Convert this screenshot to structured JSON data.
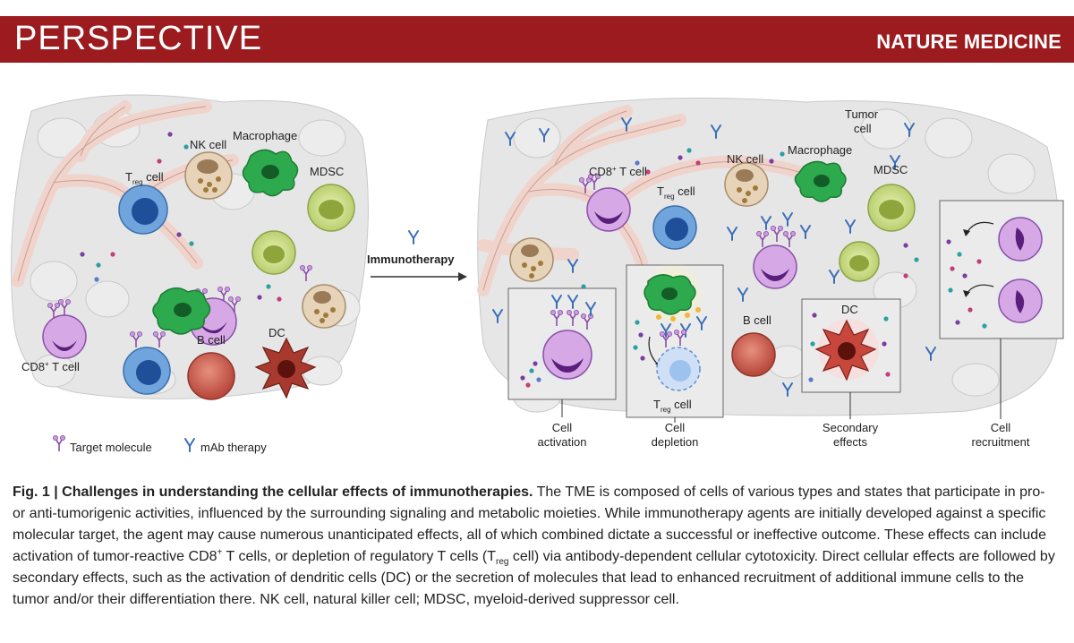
{
  "header": {
    "section": "PERSPECTIVE",
    "journal": "NATURE MEDICINE",
    "banner_color": "#9b1b1f"
  },
  "figure": {
    "arrow_label": "Immunotherapy",
    "left_panel": {
      "treg_main": "T",
      "treg_sub": "reg",
      "treg_tail": " cell",
      "nk": "NK cell",
      "macrophage": "Macrophage",
      "mdsc": "MDSC",
      "cd8_main": "CD8",
      "cd8_sup": "+",
      "cd8_tail": " T cell",
      "bcell": "B cell",
      "dc": "DC"
    },
    "right_panel": {
      "tumor_line1": "Tumor",
      "tumor_line2": "cell",
      "macrophage": "Macrophage",
      "nk": "NK cell",
      "cd8_main": "CD8",
      "cd8_sup": "+",
      "cd8_tail": " T cell",
      "treg_main": "T",
      "treg_sub": "reg",
      "treg_tail": " cell",
      "mdsc": "MDSC",
      "bcell": "B cell",
      "dc": "DC",
      "treg2_main": "T",
      "treg2_sub": "reg",
      "treg2_tail": " cell"
    },
    "effects": [
      {
        "line1": "Cell",
        "line2": "activation"
      },
      {
        "line1": "Cell",
        "line2": "depletion"
      },
      {
        "line1": "Secondary",
        "line2": "effects"
      },
      {
        "line1": "Cell",
        "line2": "recruitment"
      }
    ],
    "legend": {
      "target_molecule": "Target molecule",
      "mab_therapy": "mAb therapy"
    },
    "colors": {
      "background_cells": "#e6e6e6",
      "vessel": "#f1d7d0",
      "treg": "#3f7fcb",
      "nk": "#ddc7a8",
      "macrophage": "#2aa84a",
      "mdsc": "#cfe19a",
      "cd8": "#b57acb",
      "bcell": "#d96c5c",
      "dc": "#a3342a"
    }
  },
  "caption": {
    "lead": "Fig. 1 | Challenges in understanding the cellular effects of immunotherapies.",
    "text1": " The TME is composed of cells of various types and states that participate in pro- or anti-tumorigenic activities, influenced by the surrounding signaling and metabolic moieties. While immunotherapy agents are initially developed against a specific molecular target, the agent may cause numerous unanticipated effects, all of which combined dictate a successful or ineffective outcome. These effects can include activation of tumor-reactive CD8",
    "sup": "+",
    "text2": " T cells, or depletion of regulatory T cells (T",
    "sub": "reg",
    "text3": " cell) via antibody-dependent cellular cytotoxicity. Direct cellular effects are followed by secondary effects, such as the activation of dendritic cells (DC) or the secretion of molecules that lead to enhanced recruitment of additional immune cells to the tumor and/or their differentiation there. NK cell, natural killer cell; MDSC, myeloid-derived suppressor cell."
  }
}
